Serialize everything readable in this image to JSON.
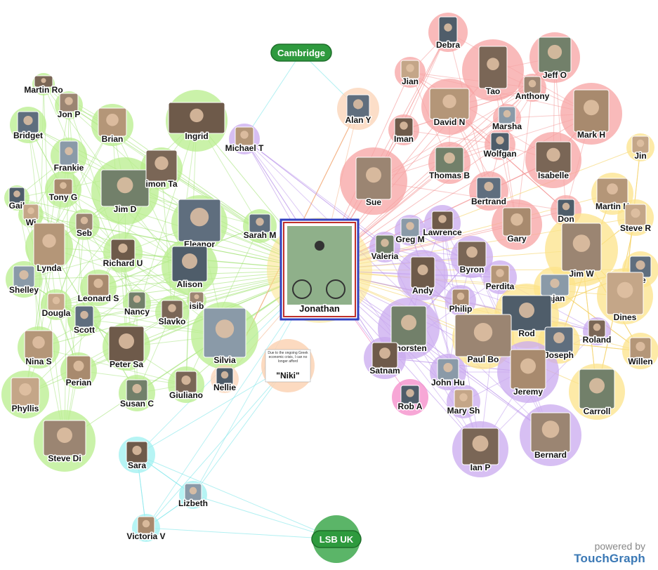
{
  "colors": {
    "green": "#b8ee8c",
    "red": "#f7a3a3",
    "purple": "#c9a9ef",
    "yellow": "#fce38a",
    "cyan": "#9ef0f0",
    "peach": "#fbd3b5",
    "group": "#2e9a3e",
    "selected_border": "#3040c0"
  },
  "groups": {
    "cambridge": "Cambridge",
    "lsb": "LSB UK"
  },
  "selected": {
    "label": "Jonathan"
  },
  "note": {
    "label": "\"Niki\"",
    "text": "Due to the ongoing Greek economic crisis, I can no longer afford"
  },
  "people": [
    {
      "label": "Martin Ro",
      "cluster": "green"
    },
    {
      "label": "Jon P",
      "cluster": "green"
    },
    {
      "label": "Bridget",
      "cluster": "green"
    },
    {
      "label": "Brian",
      "cluster": "green"
    },
    {
      "label": "Ingrid",
      "cluster": "green"
    },
    {
      "label": "Frankie",
      "cluster": "green"
    },
    {
      "label": "Tony G",
      "cluster": "green"
    },
    {
      "label": "Gail",
      "cluster": "green"
    },
    {
      "label": "Wi",
      "cluster": "green"
    },
    {
      "label": "Jim D",
      "cluster": "green"
    },
    {
      "label": "imon Ta",
      "cluster": "green"
    },
    {
      "label": "Seb",
      "cluster": "green"
    },
    {
      "label": "Eleanor",
      "cluster": "green"
    },
    {
      "label": "Lynda",
      "cluster": "green"
    },
    {
      "label": "Richard U",
      "cluster": "green"
    },
    {
      "label": "Shelley",
      "cluster": "green"
    },
    {
      "label": "Leonard S",
      "cluster": "green"
    },
    {
      "label": "Alison",
      "cluster": "green"
    },
    {
      "label": "Dougla",
      "cluster": "green"
    },
    {
      "label": "Nancy",
      "cluster": "green"
    },
    {
      "label": "Slavko",
      "cluster": "green"
    },
    {
      "label": "isib",
      "cluster": "green"
    },
    {
      "label": "Scott",
      "cluster": "green"
    },
    {
      "label": "Nina S",
      "cluster": "green"
    },
    {
      "label": "Peter Sa",
      "cluster": "green"
    },
    {
      "label": "Silvia",
      "cluster": "green"
    },
    {
      "label": "Perian",
      "cluster": "green"
    },
    {
      "label": "Nellie",
      "cluster": "peach"
    },
    {
      "label": "Phyllis",
      "cluster": "green"
    },
    {
      "label": "Susan C",
      "cluster": "green"
    },
    {
      "label": "Giuliano",
      "cluster": "green"
    },
    {
      "label": "Steve Di",
      "cluster": "green"
    },
    {
      "label": "Sarah M",
      "cluster": "green"
    },
    {
      "label": "Michael T",
      "cluster": "purple"
    },
    {
      "label": "Sara",
      "cluster": "cyan"
    },
    {
      "label": "Lizbeth",
      "cluster": "cyan"
    },
    {
      "label": "Victoria V",
      "cluster": "cyan"
    },
    {
      "label": "Debra",
      "cluster": "red"
    },
    {
      "label": "Jian",
      "cluster": "red"
    },
    {
      "label": "Jeff O",
      "cluster": "red"
    },
    {
      "label": "Tao",
      "cluster": "red"
    },
    {
      "label": "Anthony",
      "cluster": "red"
    },
    {
      "label": "Alan Y",
      "cluster": "peach"
    },
    {
      "label": "David N",
      "cluster": "red"
    },
    {
      "label": "Iman",
      "cluster": "red"
    },
    {
      "label": "Marsha",
      "cluster": "red"
    },
    {
      "label": "Mark H",
      "cluster": "red"
    },
    {
      "label": "Wolfgan",
      "cluster": "red"
    },
    {
      "label": "Jin",
      "cluster": "yellow"
    },
    {
      "label": "Thomas B",
      "cluster": "red"
    },
    {
      "label": "Isabelle",
      "cluster": "red"
    },
    {
      "label": "Sue",
      "cluster": "red"
    },
    {
      "label": "Bertrand",
      "cluster": "red"
    },
    {
      "label": "Martin H",
      "cluster": "yellow"
    },
    {
      "label": "Lawrence",
      "cluster": "purple"
    },
    {
      "label": "Greg M",
      "cluster": "purple"
    },
    {
      "label": "Gary",
      "cluster": "red"
    },
    {
      "label": "Don",
      "cluster": "red"
    },
    {
      "label": "Steve R",
      "cluster": "yellow"
    },
    {
      "label": "Valeria",
      "cluster": "purple"
    },
    {
      "label": "Byron",
      "cluster": "purple"
    },
    {
      "label": "Jim W",
      "cluster": "yellow"
    },
    {
      "label": "Ke",
      "cluster": "yellow"
    },
    {
      "label": "Perdita",
      "cluster": "purple"
    },
    {
      "label": "Andy",
      "cluster": "purple"
    },
    {
      "label": "rajan",
      "cluster": "yellow"
    },
    {
      "label": "Philip",
      "cluster": "purple"
    },
    {
      "label": "Rod",
      "cluster": "yellow"
    },
    {
      "label": "Dines",
      "cluster": "yellow"
    },
    {
      "label": "Thorsten",
      "cluster": "purple"
    },
    {
      "label": "Roland",
      "cluster": "purple"
    },
    {
      "label": "Paul Bo",
      "cluster": "yellow"
    },
    {
      "label": "Joseph",
      "cluster": "yellow"
    },
    {
      "label": "Willen",
      "cluster": "yellow"
    },
    {
      "label": "Satnam",
      "cluster": "purple"
    },
    {
      "label": "John Hu",
      "cluster": "purple"
    },
    {
      "label": "Jeremy",
      "cluster": "purple"
    },
    {
      "label": "Rob A",
      "cluster": "pink"
    },
    {
      "label": "Mary Sh",
      "cluster": "purple"
    },
    {
      "label": "Carroll",
      "cluster": "yellow"
    },
    {
      "label": "Ian P",
      "cluster": "purple"
    },
    {
      "label": "Bernard",
      "cluster": "purple"
    }
  ],
  "branding": {
    "powered_by": "powered by",
    "product": "TouchGraph"
  }
}
